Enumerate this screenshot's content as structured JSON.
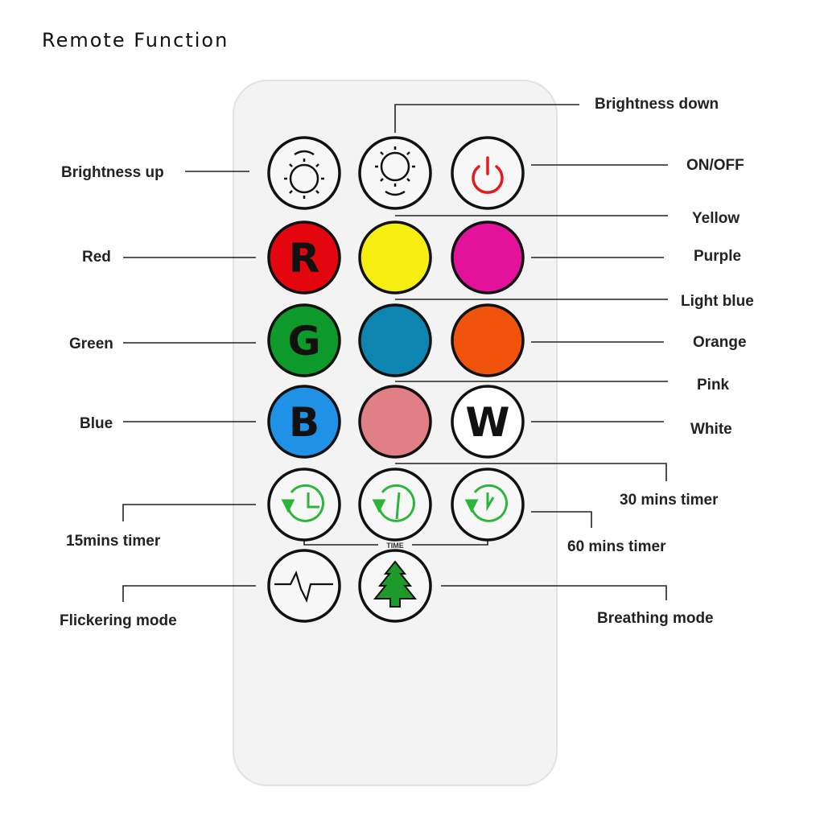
{
  "title": "Remote Function",
  "labels": {
    "brightness_up": "Brightness up",
    "brightness_down": "Brightness down",
    "on_off": "ON/OFF",
    "yellow": "Yellow",
    "red": "Red",
    "purple": "Purple",
    "light_blue": "Light blue",
    "green": "Green",
    "orange": "Orange",
    "pink": "Pink",
    "blue": "Blue",
    "white": "White",
    "timer_30": "30 mins timer",
    "timer_15": "15mins timer",
    "timer_60": "60 mins timer",
    "flickering": "Flickering mode",
    "breathing": "Breathing mode"
  },
  "button_letters": {
    "red": "R",
    "green": "G",
    "blue": "B",
    "white": "W"
  },
  "time_label": "TIME",
  "colors": {
    "red": "#e3060e",
    "yellow": "#f5ee10",
    "purple": "#e2139a",
    "green": "#0d9a2a",
    "light_blue": "#0e85b0",
    "orange": "#f0540c",
    "blue": "#1f92e8",
    "pink": "#e07f86",
    "white": "#ffffff",
    "icon_green": "#2bb53a",
    "power_red": "#e31b1b"
  }
}
